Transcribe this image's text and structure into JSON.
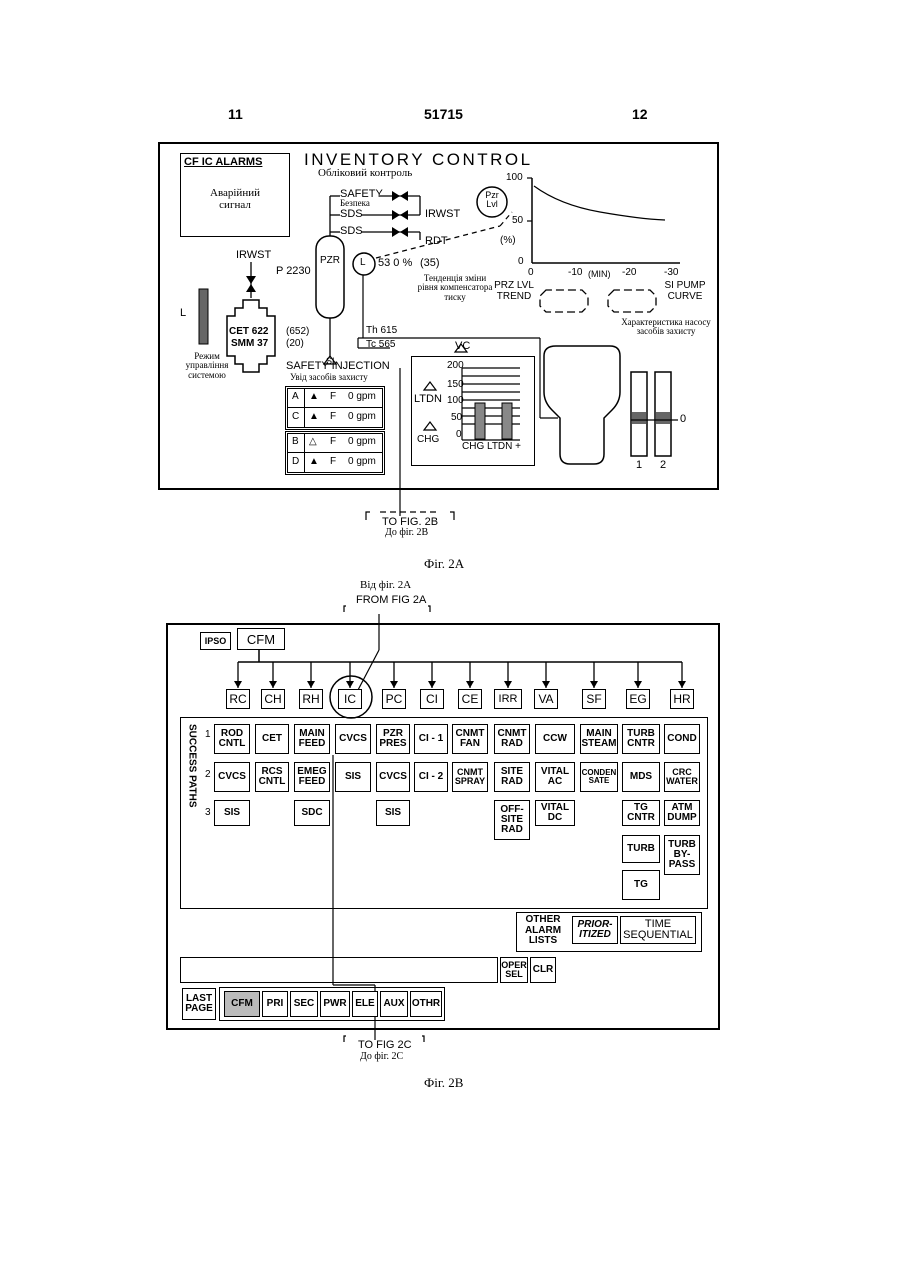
{
  "header": {
    "page_left": "11",
    "doc_number": "51715",
    "page_right": "12"
  },
  "fig2a": {
    "cf_ic_alarms": "CF IC ALARMS",
    "alarm_ua": "Аварійний сигнал",
    "title": "INVENTORY CONTROL",
    "title_ua": "Обліковий контроль",
    "safety": "SAFETY",
    "safety_ua": "Безпека",
    "sds1": "SDS",
    "sds2": "SDS",
    "irwst_right": "IRWST",
    "rdt": "RDT",
    "irwst_left": "IRWST",
    "pressure": "P 2230",
    "pzr": "PZR",
    "level_l": "L",
    "level_value": "53 0 %",
    "level_paren": "(35)",
    "pzr_lvl": "Pzr Lvl",
    "pct": "(%)",
    "y_100": "100",
    "y_50": "50",
    "y_0": "0",
    "x_0": "0",
    "x_10": "-10",
    "x_min": "(MIN)",
    "x_20": "-20",
    "x_30": "-30",
    "trend_ua": "Тенденція зміни рівня компенсатора тиску",
    "prz_lvl_trend": "PRZ LVL TREND",
    "si_pump_curve": "SI PUMP CURVE",
    "si_pump_ua": "Характеристика насосу засобів захисту",
    "l_side": "L",
    "cet": "CET 622",
    "smm": "SMM 37",
    "cet_paren": "(652)",
    "smm_paren": "(20)",
    "th": "Th 615",
    "tc": "Tc 565",
    "si_label": "SI",
    "mode_ua": "Режим управління системою",
    "safety_injection": "SAFETY INJECTION",
    "safety_injection_ua": "Увід засобів захисту",
    "si_rows": [
      {
        "train": "A",
        "flag": "F",
        "flow": "0 gpm",
        "symbol": "▲"
      },
      {
        "train": "C",
        "flag": "F",
        "flow": "0 gpm",
        "symbol": "▲"
      },
      {
        "train": "B",
        "flag": "F",
        "flow": "0 gpm",
        "symbol": "△"
      },
      {
        "train": "D",
        "flag": "F",
        "flow": "0 gpm",
        "symbol": "▲"
      }
    ],
    "vc": "VC",
    "ltdn": "LTDN",
    "chg": "CHG",
    "bar_200": "200",
    "bar_150": "150",
    "bar_100": "100",
    "bar_50": "50",
    "bar_0": "0",
    "bar_axis": "CHG LTDN +",
    "pump1": "1",
    "pump2": "2",
    "pump_zero": "0",
    "to_fig": "TO FIG. 2B",
    "to_fig_ua": "До фіг. 2B",
    "caption": "Фіг. 2A"
  },
  "fig2b": {
    "from_ua": "Від фіг. 2A",
    "from_fig": "FROM FIG 2A",
    "ipso": "IPSO",
    "cfm": "CFM",
    "systems": [
      "RC",
      "CH",
      "RH",
      "IC",
      "PC",
      "CI",
      "CE",
      "IRR",
      "VA",
      "SF",
      "EG",
      "HR"
    ],
    "success_paths": "SUCCESS PATHS",
    "row_nums": [
      "1",
      "2",
      "3"
    ],
    "row1": [
      "ROD CNTL",
      "CET",
      "MAIN FEED",
      "CVCS",
      "PZR PRES",
      "CI - 1",
      "CNMT FAN",
      "CNMT RAD",
      "CCW",
      "MAIN STEAM",
      "TURB CNTR",
      "COND"
    ],
    "row2": [
      "CVCS",
      "RCS CNTL",
      "EMEG FEED",
      "SIS",
      "CVCS",
      "CI - 2",
      "CNMT SPRAY",
      "SITE RAD",
      "VITAL AC",
      "CONDENSATE",
      "MDS",
      "CRC WATER"
    ],
    "row3": [
      "SIS",
      "SDC",
      "SIS",
      "OFF-SITE RAD",
      "VITAL DC",
      "TG CNTR",
      "ATM DUMP",
      "TURB",
      "TURB BY-PASS",
      "TG"
    ],
    "other_alarm_lists": "OTHER ALARM LISTS",
    "prioritized": "PRIOR-ITIZED",
    "time_sequential": "TIME SEQUENTIAL",
    "oper_sel": "OPER SEL",
    "clr": "CLR",
    "last_page": "LAST PAGE",
    "bottom_tabs": [
      "CFM",
      "PRI",
      "SEC",
      "PWR",
      "ELE",
      "AUX",
      "OTHR"
    ],
    "to_fig": "TO FIG 2C",
    "to_fig_ua": "До фіг. 2C",
    "caption": "Фіг. 2B"
  }
}
